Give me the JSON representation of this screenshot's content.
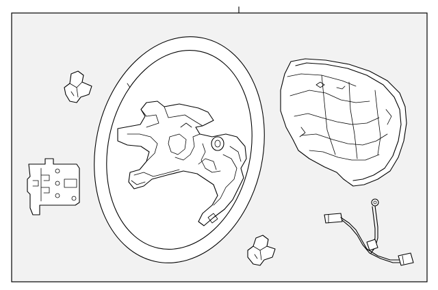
{
  "diagram": {
    "parts": [
      {
        "id": "steering-wheel"
      },
      {
        "id": "airbag-cover"
      },
      {
        "id": "upper-clip"
      },
      {
        "id": "lower-clip"
      },
      {
        "id": "switch-module"
      },
      {
        "id": "wire-harness"
      }
    ],
    "colors": {
      "frame_fill": "#f2f2f2",
      "line": "#000000",
      "part_fill": "#ffffff"
    }
  }
}
